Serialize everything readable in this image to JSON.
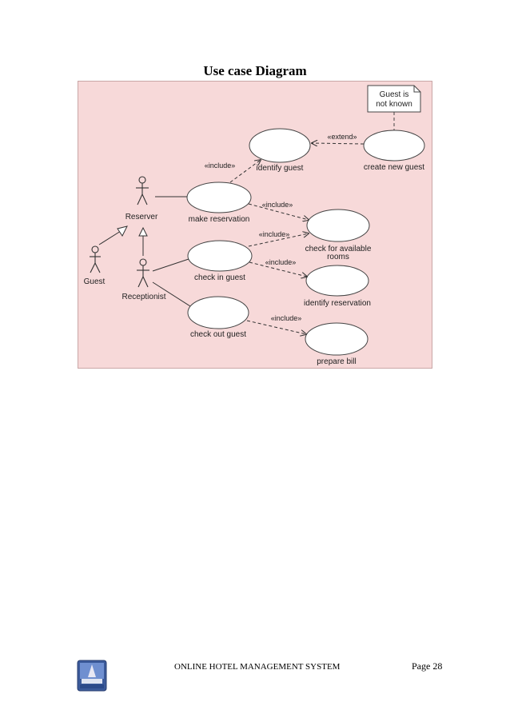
{
  "page": {
    "title": "Use case Diagram",
    "footer_text": "ONLINE HOTEL MANAGEMENT SYSTEM",
    "page_label": "Page 28"
  },
  "diagram": {
    "note": [
      "Guest is",
      "not known"
    ],
    "actors": {
      "reserver": "Reserver",
      "guest": "Guest",
      "receptionist": "Receptionist"
    },
    "use_cases": {
      "identify_guest": "identify guest",
      "create_new_guest": "create new guest",
      "make_reservation": "make reservation",
      "check_available_rooms": [
        "check for available",
        "rooms"
      ],
      "check_in_guest": "check in guest",
      "identify_reservation": "identify reservation",
      "check_out_guest": "check out guest",
      "prepare_bill": "prepare bill"
    },
    "stereotypes": {
      "extend": "«extend»",
      "include": "«include»"
    },
    "colors": {
      "background": "#f7d9d9",
      "line": "#333333"
    }
  }
}
